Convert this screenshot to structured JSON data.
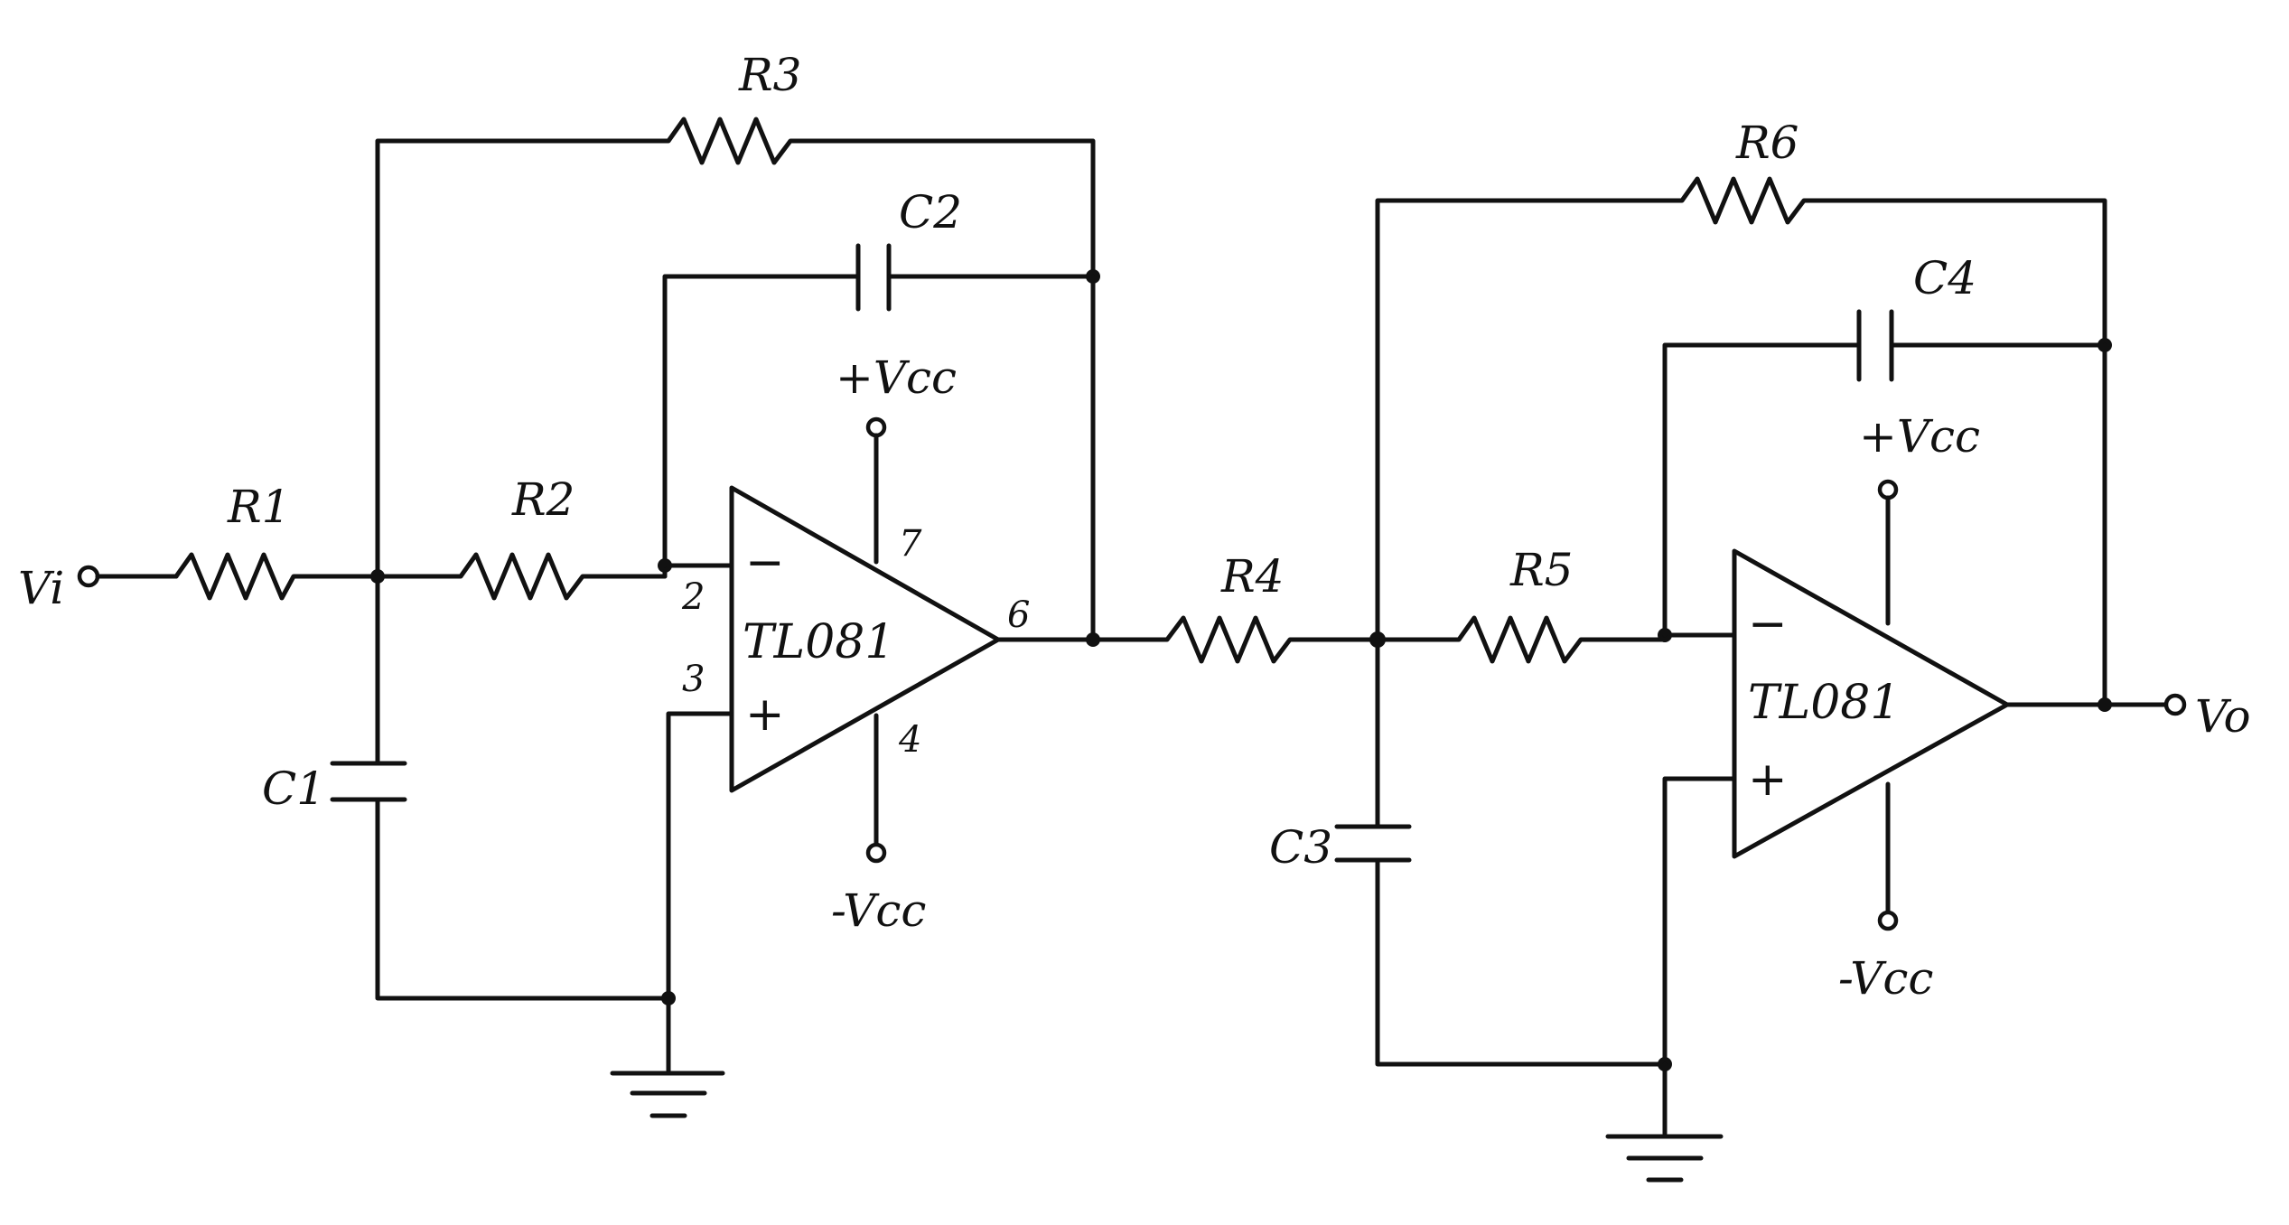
{
  "input_label": "Vi",
  "output_label": "Vo",
  "stage1": {
    "resistors": [
      "R1",
      "R2",
      "R3"
    ],
    "capacitors": [
      "C1",
      "C2"
    ],
    "opamp": {
      "part": "TL081",
      "inverting_sign": "−",
      "noninverting_sign": "+",
      "pins": {
        "inverting": "2",
        "noninverting": "3",
        "output": "6",
        "vplus": "7",
        "vminus": "4"
      },
      "supply_pos": "+Vcc",
      "supply_neg": "-Vcc"
    }
  },
  "stage2": {
    "resistors": [
      "R4",
      "R5",
      "R6"
    ],
    "capacitors": [
      "C3",
      "C4"
    ],
    "opamp": {
      "part": "TL081",
      "inverting_sign": "−",
      "noninverting_sign": "+",
      "supply_pos": "+Vcc",
      "supply_neg": "-Vcc"
    }
  }
}
